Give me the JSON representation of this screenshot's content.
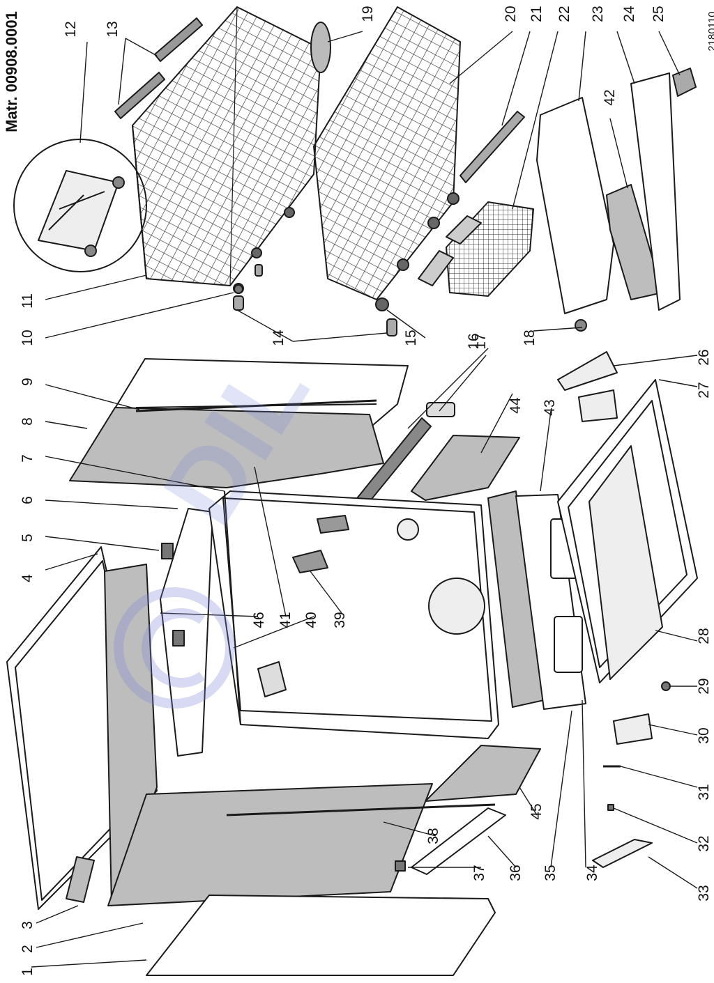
{
  "header": {
    "title": "Matr. 00908.0001",
    "code": "2180110"
  },
  "watermark": {
    "text": "DIL",
    "symbol": "copyright-c"
  },
  "callouts": [
    "1",
    "2",
    "3",
    "4",
    "5",
    "6",
    "7",
    "8",
    "9",
    "10",
    "11",
    "12",
    "13",
    "14",
    "15",
    "16",
    "17",
    "18",
    "19",
    "20",
    "21",
    "22",
    "23",
    "24",
    "25",
    "26",
    "27",
    "28",
    "29",
    "30",
    "31",
    "32",
    "33",
    "34",
    "35",
    "36",
    "37",
    "38",
    "39",
    "40",
    "41",
    "42",
    "43",
    "44",
    "45",
    "46"
  ],
  "colors": {
    "line": "#1a1a1a",
    "fill_gray": "#bdbdbd",
    "watermark": "#7d86dc"
  }
}
